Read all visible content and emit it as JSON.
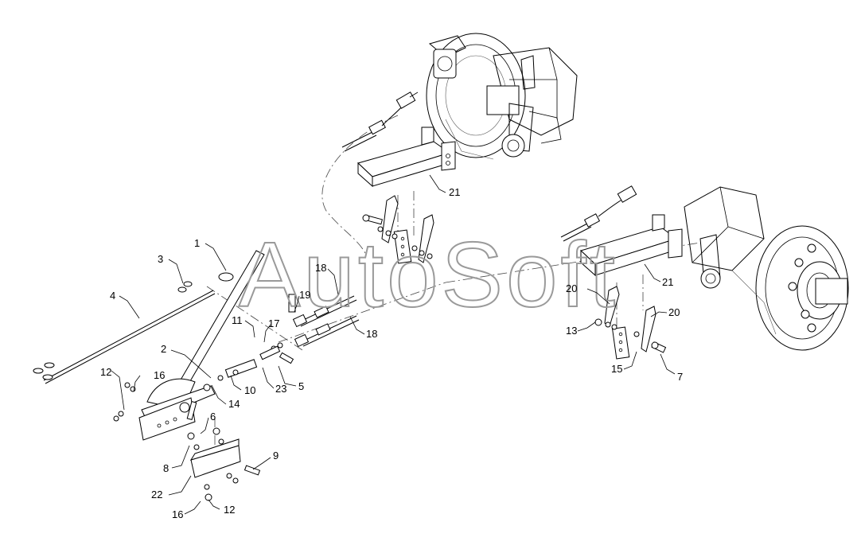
{
  "diagram": {
    "watermark": "AutoSoft",
    "callouts": [
      {
        "id": "c1",
        "text": "1"
      },
      {
        "id": "c2",
        "text": "2"
      },
      {
        "id": "c3",
        "text": "3"
      },
      {
        "id": "c4",
        "text": "4"
      },
      {
        "id": "c5",
        "text": "5"
      },
      {
        "id": "c6",
        "text": "6"
      },
      {
        "id": "c7",
        "text": "7"
      },
      {
        "id": "c8",
        "text": "8"
      },
      {
        "id": "c9",
        "text": "9"
      },
      {
        "id": "c10",
        "text": "10"
      },
      {
        "id": "c11",
        "text": "11"
      },
      {
        "id": "c12a",
        "text": "12"
      },
      {
        "id": "c12b",
        "text": "12"
      },
      {
        "id": "c13",
        "text": "13"
      },
      {
        "id": "c14",
        "text": "14"
      },
      {
        "id": "c15",
        "text": "15"
      },
      {
        "id": "c16a",
        "text": "16"
      },
      {
        "id": "c16b",
        "text": "16"
      },
      {
        "id": "c17",
        "text": "17"
      },
      {
        "id": "c18a",
        "text": "18"
      },
      {
        "id": "c18b",
        "text": "18"
      },
      {
        "id": "c19",
        "text": "19"
      },
      {
        "id": "c20a",
        "text": "20"
      },
      {
        "id": "c20b",
        "text": "20"
      },
      {
        "id": "c21a",
        "text": "21"
      },
      {
        "id": "c21b",
        "text": "21"
      },
      {
        "id": "c22",
        "text": "22"
      },
      {
        "id": "c23",
        "text": "23"
      }
    ]
  }
}
